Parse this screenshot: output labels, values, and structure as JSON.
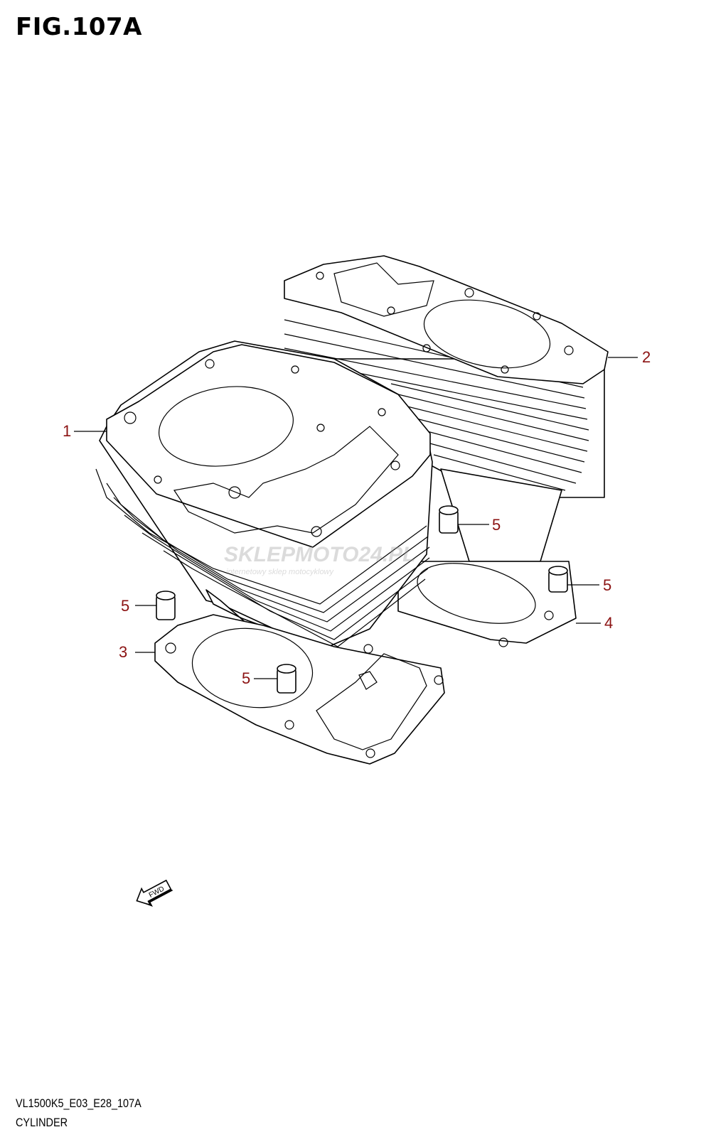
{
  "figure": {
    "title": "FIG.107A",
    "code": "VL1500K5_E03_E28_107A",
    "name": "CYLINDER"
  },
  "direction_marker": {
    "label": "FWD",
    "icon": "fwd-arrow-icon"
  },
  "watermark": {
    "text": "SKLEPMOTO24.PL",
    "subtext": "internetowy sklep motocyklowy"
  },
  "callouts": [
    {
      "id": "1",
      "label": "1"
    },
    {
      "id": "2",
      "label": "2"
    },
    {
      "id": "3",
      "label": "3"
    },
    {
      "id": "4",
      "label": "4"
    },
    {
      "id": "5a",
      "label": "5"
    },
    {
      "id": "5b",
      "label": "5"
    },
    {
      "id": "5c",
      "label": "5"
    },
    {
      "id": "5d",
      "label": "5"
    }
  ],
  "colors": {
    "callout": "#8b1212",
    "line": "#000000",
    "background": "#ffffff"
  }
}
